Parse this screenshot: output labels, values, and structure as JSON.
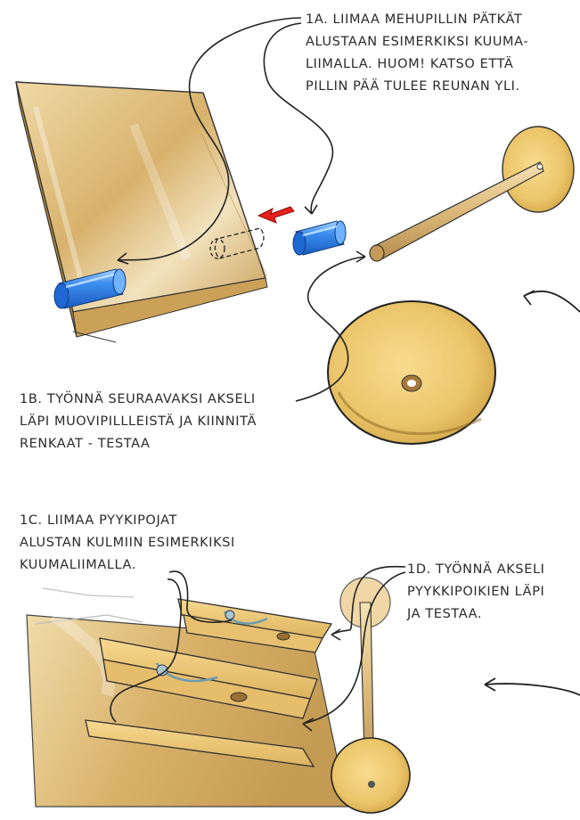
{
  "colors": {
    "wood_light": "#f3d79a",
    "wood_mid": "#dcb46a",
    "wood_dark": "#b58a3c",
    "straw_blue": "#2f7fe0",
    "straw_highlight": "#9fd0ff",
    "arrow_red": "#e8201c",
    "ink": "#2a2a2a"
  },
  "steps": {
    "step_1a": {
      "lines": [
        "1A. LIIMAA MEHUPILLIN PÄTKÄT",
        "ALUSTAAN ESIMERKIKSI KUUMA-",
        "LIIMALLA. HUOM! KATSO ETTÄ",
        "PILLIN PÄÄ TULEE REUNAN YLI."
      ]
    },
    "step_1b": {
      "lines": [
        "1B. TYÖNNÄ SEURAAVAKSI AKSELI",
        "LÄPI MUOVIPILLLEISTÄ JA KIINNITÄ",
        "RENKAAT - TESTAA"
      ]
    },
    "step_1c": {
      "lines": [
        "1C. LIIMAA PYYKIPOJAT",
        "ALUSTAN KULMIIN ESIMERKIKSI",
        "KUUMALIIMALLA."
      ]
    },
    "step_1d": {
      "lines": [
        "1D. TYÖNNÄ AKSELI",
        "PYYKKIPOIKIEN LÄPI",
        "JA TESTAA."
      ]
    }
  }
}
